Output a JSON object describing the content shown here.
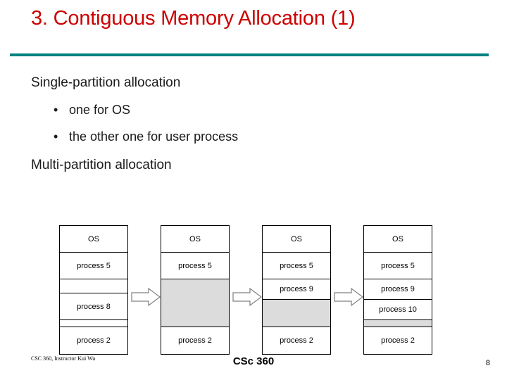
{
  "slide": {
    "title": "3. Contiguous Memory Allocation (1)",
    "sections": [
      {
        "heading": "Single-partition allocation"
      },
      {
        "heading": "Multi-partition allocation"
      }
    ],
    "bullets": [
      {
        "marker": "•",
        "text": "one for OS"
      },
      {
        "marker": "•",
        "text": "the other one for user process"
      }
    ],
    "accent_color": "#008080",
    "title_color": "#cc0000",
    "free_block_color": "#dcdcdc"
  },
  "diagram": {
    "type": "memory-partition-sequence",
    "columns": [
      {
        "name": "state-1",
        "blocks": [
          {
            "label": "OS",
            "state": "used",
            "height": 38
          },
          {
            "label": "process 5",
            "state": "used",
            "height": 38
          },
          {
            "label": "",
            "state": "used",
            "height": 20
          },
          {
            "label": "process 8",
            "state": "used",
            "height": 38
          },
          {
            "label": "",
            "state": "used",
            "height": 10
          },
          {
            "label": "process 2",
            "state": "used",
            "height": 38
          }
        ]
      },
      {
        "name": "state-2",
        "blocks": [
          {
            "label": "OS",
            "state": "used",
            "height": 38
          },
          {
            "label": "process 5",
            "state": "used",
            "height": 38
          },
          {
            "label": "",
            "state": "free",
            "height": 68
          },
          {
            "label": "process 2",
            "state": "used",
            "height": 38
          }
        ]
      },
      {
        "name": "state-3",
        "blocks": [
          {
            "label": "OS",
            "state": "used",
            "height": 38
          },
          {
            "label": "process 5",
            "state": "used",
            "height": 38
          },
          {
            "label": "process 9",
            "state": "used",
            "height": 29
          },
          {
            "label": "",
            "state": "free",
            "height": 39
          },
          {
            "label": "process 2",
            "state": "used",
            "height": 38
          }
        ]
      },
      {
        "name": "state-4",
        "blocks": [
          {
            "label": "OS",
            "state": "used",
            "height": 38
          },
          {
            "label": "process 5",
            "state": "used",
            "height": 38
          },
          {
            "label": "process 9",
            "state": "used",
            "height": 29
          },
          {
            "label": "process 10",
            "state": "used",
            "height": 29
          },
          {
            "label": "",
            "state": "free",
            "height": 10
          },
          {
            "label": "process 2",
            "state": "used",
            "height": 38
          }
        ]
      }
    ],
    "arrows": [
      "arrow-1",
      "arrow-2",
      "arrow-3"
    ]
  },
  "footer": {
    "left": "CSC 360, Instructor Kui Wu",
    "center": "CSc 360",
    "page": "8"
  }
}
